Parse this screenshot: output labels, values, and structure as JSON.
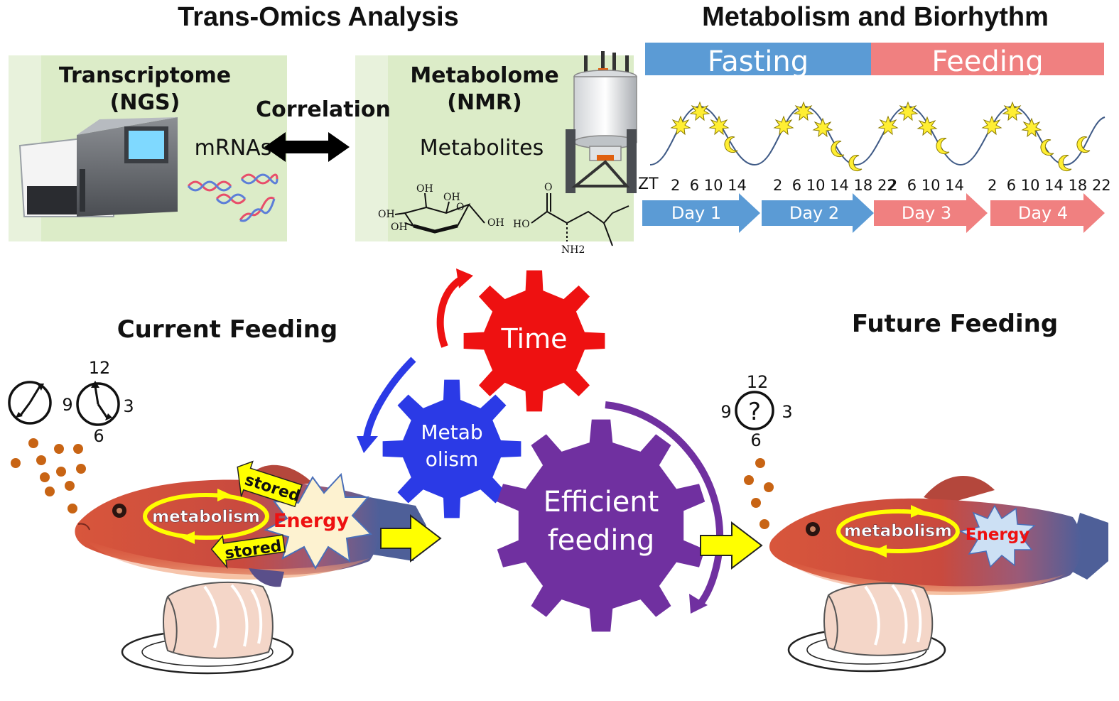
{
  "titles": {
    "trans_omics": "Trans-Omics Analysis",
    "metabolism_biorhythm": "Metabolism and Biorhythm",
    "current_feeding": "Current Feeding",
    "future_feeding": "Future Feeding"
  },
  "transcriptome": {
    "title": "Transcriptome",
    "method": "(NGS)",
    "molecule": "mRNAs"
  },
  "correlation": "Correlation",
  "metabolome": {
    "title": "Metabolome",
    "method": "(NMR)",
    "molecule": "Metabolites"
  },
  "chem_labels": {
    "oh": "OH",
    "ho": "HO",
    "o": "O",
    "nh2": "NH2"
  },
  "phases": {
    "fasting": "Fasting",
    "feeding": "Feeding"
  },
  "zt": {
    "label": "ZT",
    "day1": "2  6 10 14",
    "day2": "2  6 10 14 18 22",
    "day3": "2  6 10 14",
    "day4": "2  6 10 14 18 22"
  },
  "days": [
    "Day 1",
    "Day 2",
    "Day 3",
    "Day 4"
  ],
  "gears": {
    "time": "Time",
    "metab_1": "Metab",
    "metab_2": "olism",
    "efficient_1": "Efficient",
    "efficient_2": "feeding"
  },
  "clock_current": {
    "n12": "12",
    "n9": "9",
    "n3": "3",
    "n6": "6"
  },
  "clock_future": {
    "n12": "12",
    "n9": "9",
    "n3": "3",
    "n6": "6",
    "unknown": "?"
  },
  "fish_current": {
    "cycle": "metabolism",
    "energy": "Energy",
    "stored_top": "stored",
    "stored_bottom": "stored"
  },
  "fish_future": {
    "cycle": "metabolism",
    "energy": "Energy"
  },
  "colors": {
    "fasting": "#5b9bd5",
    "feeding": "#f08080",
    "panel": "#dcecc8",
    "time_gear": "#ee1111",
    "metab_gear": "#2b3ae6",
    "efficient_gear": "#7030a0",
    "arrow_yellow": "#ffff00",
    "food_pellet": "#c86414"
  }
}
